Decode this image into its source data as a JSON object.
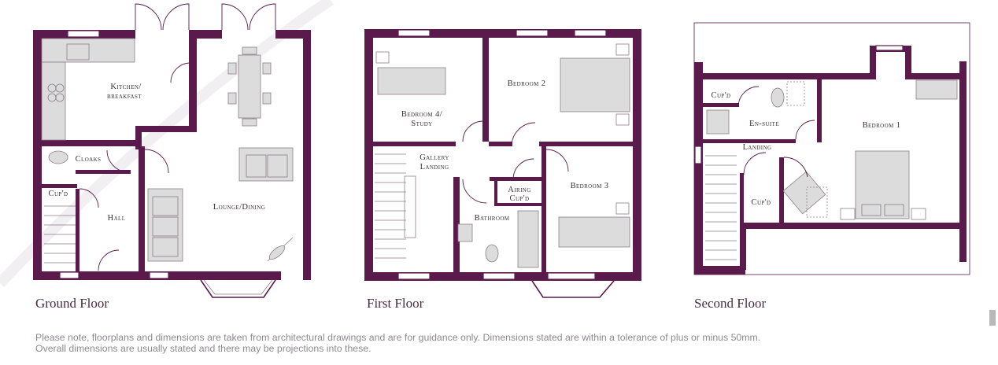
{
  "floors": [
    {
      "label": "Ground Floor",
      "rooms": [
        "Kitchen/",
        "breakfast",
        "Cloaks",
        "Cup'd",
        "Hall",
        "Lounge/Dining"
      ]
    },
    {
      "label": "First Floor",
      "rooms": [
        "Bedroom 2",
        "Bedroom 4/",
        "Study",
        "Gallery",
        "Landing",
        "Airing",
        "Cup'd",
        "Bedroom 3",
        "Bathroom"
      ]
    },
    {
      "label": "Second Floor",
      "rooms": [
        "Cup'd",
        "En-suite",
        "Landing",
        "Bedroom 1",
        "Cup'd"
      ]
    }
  ],
  "disclaimer": {
    "line1": "Please note, floorplans and dimensions are taken from architectural drawings and are for guidance only. Dimensions stated are within a tolerance of plus or minus 50mm.",
    "line2": "Overall dimensions are usually stated and there may be projections into these."
  },
  "colors": {
    "wall": "#5a1a4c",
    "fixture": "#dcdcdc",
    "text": "#3a3036"
  }
}
